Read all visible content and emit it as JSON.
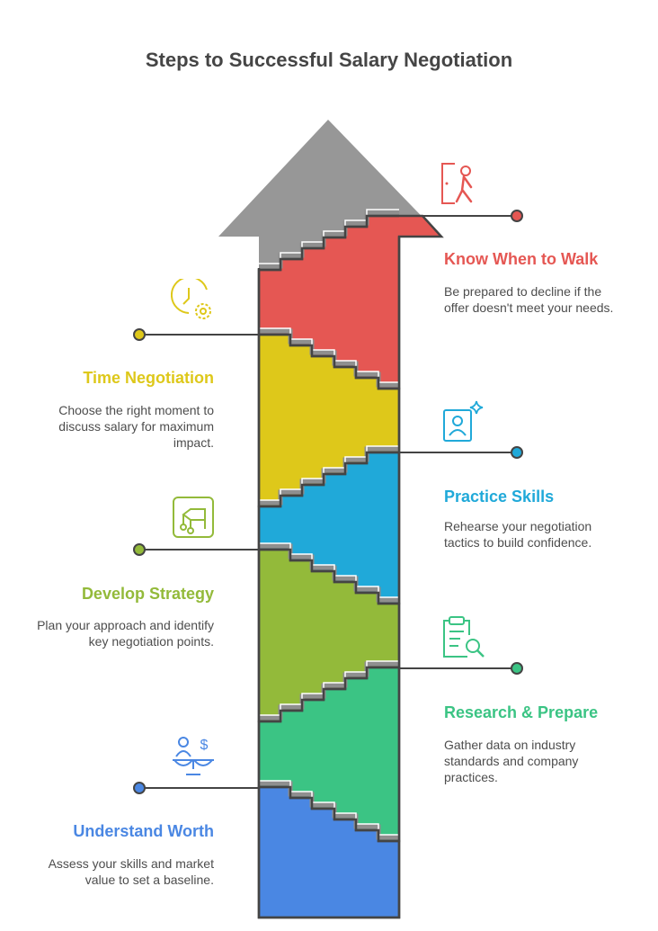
{
  "title": "Steps to Successful Salary Negotiation",
  "colors": {
    "arrow_head": "#979797",
    "outline": "#444444",
    "step_shadow": "#8f8f8f"
  },
  "steps": [
    {
      "title": "Know When to Walk",
      "description": "Be prepared to decline if the offer doesn't meet your needs.",
      "color": "#E55753",
      "icon": "walk-away-door-icon",
      "side": "right"
    },
    {
      "title": "Time Negotiation",
      "description": "Choose the right moment to discuss salary for maximum impact.",
      "color": "#DEC81A",
      "icon": "clock-gear-icon",
      "side": "left"
    },
    {
      "title": "Practice Skills",
      "description": "Rehearse your negotiation tactics to build confidence.",
      "color": "#20A9D9",
      "icon": "person-sparkle-icon",
      "side": "right"
    },
    {
      "title": "Develop Strategy",
      "description": "Plan your approach and identify key negotiation points.",
      "color": "#93BA3A",
      "icon": "strategy-flowchart-icon",
      "side": "left"
    },
    {
      "title": "Research & Prepare",
      "description": "Gather data on industry standards and company practices.",
      "color": "#3BC484",
      "icon": "clipboard-search-icon",
      "side": "right"
    },
    {
      "title": "Understand Worth",
      "description": "Assess your skills and market value to set a baseline.",
      "color": "#4A87E3",
      "icon": "person-scale-dollar-icon",
      "side": "left"
    }
  ]
}
